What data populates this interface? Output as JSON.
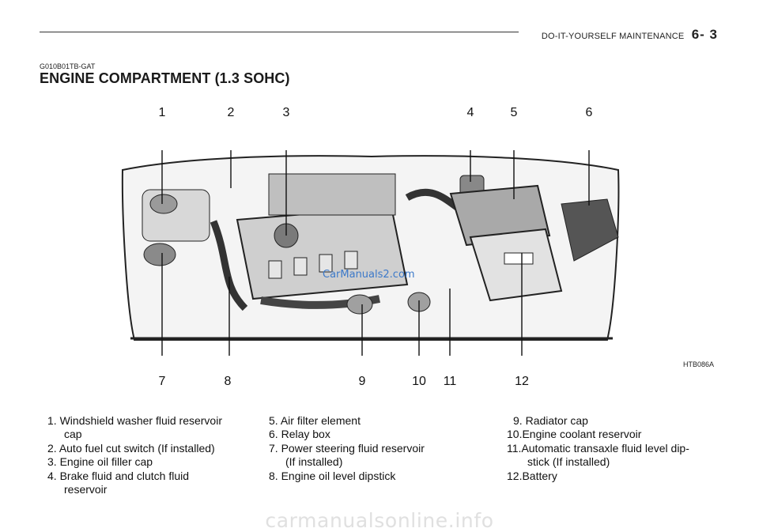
{
  "header": {
    "section": "DO-IT-YOURSELF MAINTENANCE",
    "page_number": "6- 3"
  },
  "doc_code": "G010B01TB-GAT",
  "title": "ENGINE COMPARTMENT (1.3 SOHC)",
  "figure": {
    "code": "HTB086A",
    "top_labels": [
      "1",
      "2",
      "3",
      "4",
      "5",
      "6"
    ],
    "bottom_labels": [
      "7",
      "8",
      "9",
      "10",
      "11",
      "12"
    ]
  },
  "legend": {
    "col1": [
      {
        "num": "1.",
        "text": "Windshield washer fluid reservoir",
        "cont": "cap"
      },
      {
        "num": "2.",
        "text": "Auto fuel cut switch (If installed)"
      },
      {
        "num": "3.",
        "text": "Engine oil filler cap"
      },
      {
        "num": "4.",
        "text": "Brake fluid and clutch fluid",
        "cont": "reservoir"
      }
    ],
    "col2": [
      {
        "num": "5.",
        "text": "Air filter element"
      },
      {
        "num": "6.",
        "text": "Relay box"
      },
      {
        "num": "7.",
        "text": "Power steering fluid reservoir",
        "cont": "(If installed)"
      },
      {
        "num": "8.",
        "text": "Engine oil level dipstick"
      }
    ],
    "col3": [
      {
        "num": "9.",
        "text": "Radiator cap"
      },
      {
        "num": "10.",
        "text": "Engine coolant reservoir"
      },
      {
        "num": "11.",
        "text": "Automatic transaxle fluid level dip-",
        "cont": "stick (If installed)"
      },
      {
        "num": "12.",
        "text": "Battery"
      }
    ]
  },
  "watermark": "carmanualsonline.info",
  "inline_watermark": "CarManuals2.com"
}
